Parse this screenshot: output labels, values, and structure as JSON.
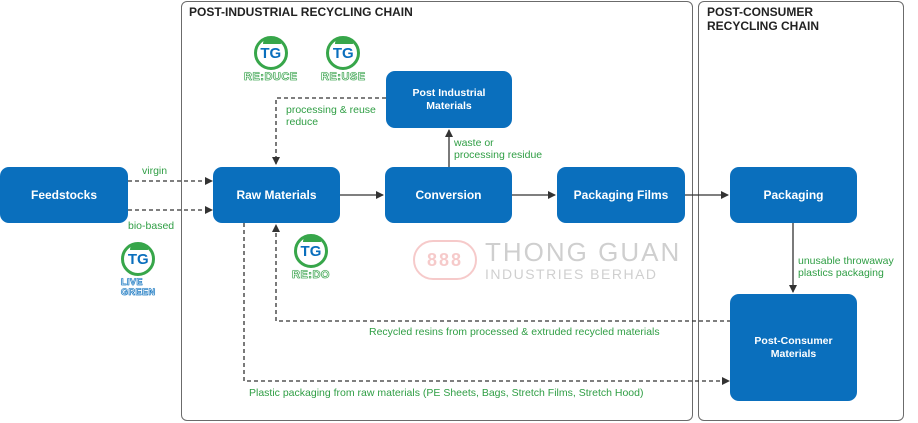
{
  "panels": {
    "post_industrial_title": "POST-INDUSTRIAL RECYCLING CHAIN",
    "post_consumer_title": "POST-CONSUMER\nRECYCLING CHAIN"
  },
  "nodes": {
    "feedstocks": "Feedstocks",
    "raw_materials": "Raw Materials",
    "conversion": "Conversion",
    "packaging_films": "Packaging Films",
    "packaging": "Packaging",
    "post_industrial_materials": "Post Industrial\nMaterials",
    "post_consumer_materials": "Post-Consumer\nMaterials"
  },
  "labels": {
    "virgin": "virgin",
    "bio_based": "bio-based",
    "processing_reuse": "processing & reuse\nreduce",
    "waste": "waste or\nprocessing residue",
    "unusable": "unusable throwaway\nplastics packaging",
    "recycled_resins": "Recycled resins from processed & extruded recycled materials",
    "plastic_packaging": "Plastic packaging from raw materials (PE Sheets, Bags, Stretch Films, Stretch Hood)"
  },
  "logos": {
    "reduce": {
      "mark": "TG",
      "word": "RE:DUCE"
    },
    "reuse": {
      "mark": "TG",
      "word": "RE:USE"
    },
    "redo": {
      "mark": "TG",
      "word": "RE:DO"
    },
    "live_green": {
      "mark": "TG",
      "word": "LIVE\nGREEN"
    }
  },
  "watermark": {
    "emblem": "888",
    "line1": "THONG GUAN",
    "line2": "INDUSTRIES BERHAD"
  },
  "colors": {
    "node_fill": "#0a6fbd",
    "label_green": "#2f9e44",
    "connector": "#333333",
    "panel_border": "#6b6b6b"
  }
}
